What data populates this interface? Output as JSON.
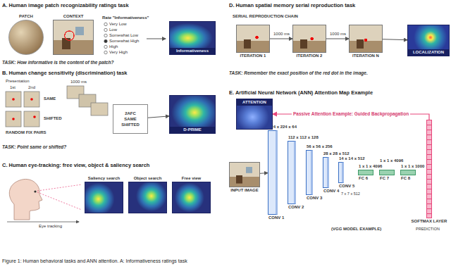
{
  "diagram": {
    "caption": "Figure 1: Human behavioral tasks and ANN attention. A: Informativeness ratings task",
    "nodes": [
      {
        "text": [
          "PATCH"
        ]
      },
      {
        "text": [
          "CONTEXT"
        ]
      },
      {
        "text": [
          "Informativeness"
        ]
      },
      {
        "text": [
          "2AFC",
          "SAME",
          "SHIFTED"
        ]
      },
      {
        "text": [
          "D-PRIME"
        ]
      },
      {
        "text": [
          "Saliency search"
        ]
      },
      {
        "text": [
          "Object search"
        ]
      },
      {
        "text": [
          "Free view"
        ]
      },
      {
        "text": [
          "ITERATION 1"
        ]
      },
      {
        "text": [
          "ITERATION 2"
        ]
      },
      {
        "text": [
          "ITERATION N"
        ]
      },
      {
        "text": [
          "LOCALIZATION"
        ]
      },
      {
        "text": [
          "INPUT IMAGE"
        ]
      },
      {
        "text": [
          "CONV 1",
          "224 x 224 x 64"
        ]
      },
      {
        "text": [
          "CONV 2",
          "112 x 112 x 128"
        ]
      },
      {
        "text": [
          "CONV 3",
          "56 x 56 x 256"
        ]
      },
      {
        "text": [
          "CONV 4",
          "28 x 28 x 512"
        ]
      },
      {
        "text": [
          "CONV 5",
          "14 x 14 x 512"
        ]
      },
      {
        "text": [
          "FC 6",
          "1 x 1 x 4096"
        ]
      },
      {
        "text": [
          "FC 7",
          "1 x 1 x 4096"
        ]
      },
      {
        "text": [
          "FC 8",
          "1 x 1 x 1000"
        ]
      },
      {
        "text": [
          "SOFTMAX LAYER"
        ]
      },
      {
        "text": [
          "ATTENTION"
        ]
      }
    ],
    "edges": [
      {
        "from": 3,
        "to": 4,
        "arrow": "to"
      },
      {
        "from": 8,
        "to": 9,
        "arrow": "to"
      },
      {
        "from": 9,
        "to": 10,
        "arrow": "to"
      },
      {
        "from": 10,
        "to": 11,
        "arrow": "to"
      },
      {
        "from": 12,
        "to": 13,
        "arrow": "to"
      },
      {
        "from": 21,
        "to": 22,
        "label": "Passive Attention Example: Guided Backpropagation",
        "arrow": "to"
      }
    ],
    "labels": [
      "A. Human image patch recognizability ratings task",
      "Rate \"Informativeness\"",
      "Very Low",
      "Low",
      "Somewhat Low",
      "Somewhat High",
      "High",
      "Very High",
      "TASK: How informative is the content of the patch?",
      "B. Human change sensitivity (discrimination) task",
      "Presentation",
      "1st",
      "2nd",
      "SAME",
      "SHIFTED",
      "RANDOM FIX PAIRS",
      "1000 ms",
      "TASK: Point same or shifted?",
      "C. Human eye-tracking: free view, object & saliency search",
      "Eye tracking",
      "D. Human spatial memory serial reproduction task",
      "SERIAL REPRODUCTION CHAIN",
      "1000 ms",
      "1000 ms",
      "TASK: Remember the exact position of the red dot in the image.",
      "E. Artificial Neural Network (ANN) Attention Map Example",
      "7 x 7 x 512",
      "(VGG MODEL EXAMPLE)",
      "PREDICTION"
    ]
  }
}
